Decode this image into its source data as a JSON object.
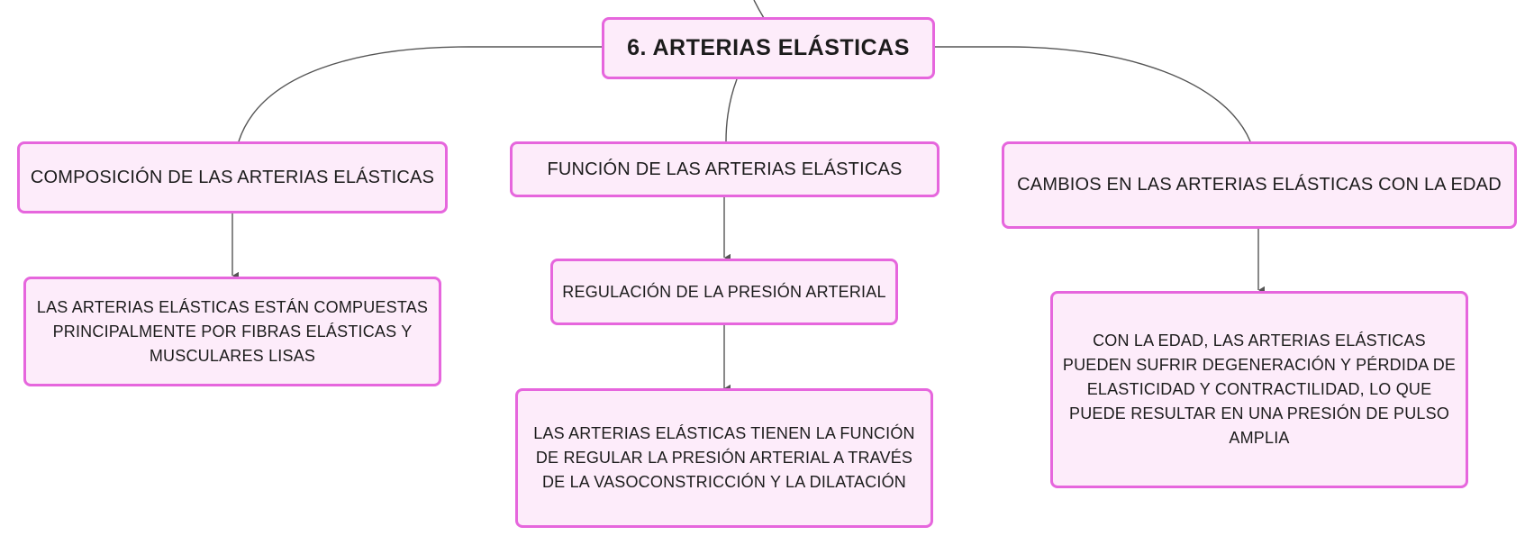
{
  "colors": {
    "node_fill": "#fdecfa",
    "node_border": "#e666dd",
    "connector": "#555555",
    "text": "#1c1c1c"
  },
  "map": {
    "root": "6. ARTERIAS ELÁSTICAS",
    "composition": {
      "title": "COMPOSICIÓN DE LAS ARTERIAS ELÁSTICAS",
      "detail": "LAS ARTERIAS ELÁSTICAS ESTÁN COMPUESTAS PRINCIPALMENTE POR FIBRAS ELÁSTICAS Y MUSCULARES LISAS"
    },
    "function": {
      "title": "FUNCIÓN DE LAS ARTERIAS ELÁSTICAS",
      "subtopic": "REGULACIÓN DE LA PRESIÓN ARTERIAL",
      "detail": "LAS ARTERIAS ELÁSTICAS TIENEN LA FUNCIÓN DE REGULAR LA PRESIÓN ARTERIAL A TRAVÉS DE LA VASOCONSTRICCIÓN Y LA DILATACIÓN"
    },
    "aging": {
      "title": "CAMBIOS EN LAS ARTERIAS ELÁSTICAS CON LA EDAD",
      "detail": "CON LA EDAD, LAS ARTERIAS ELÁSTICAS PUEDEN SUFRIR DEGENERACIÓN Y PÉRDIDA DE ELASTICIDAD Y CONTRACTILIDAD, LO QUE PUEDE RESULTAR EN UNA PRESIÓN DE PULSO AMPLIA"
    }
  }
}
